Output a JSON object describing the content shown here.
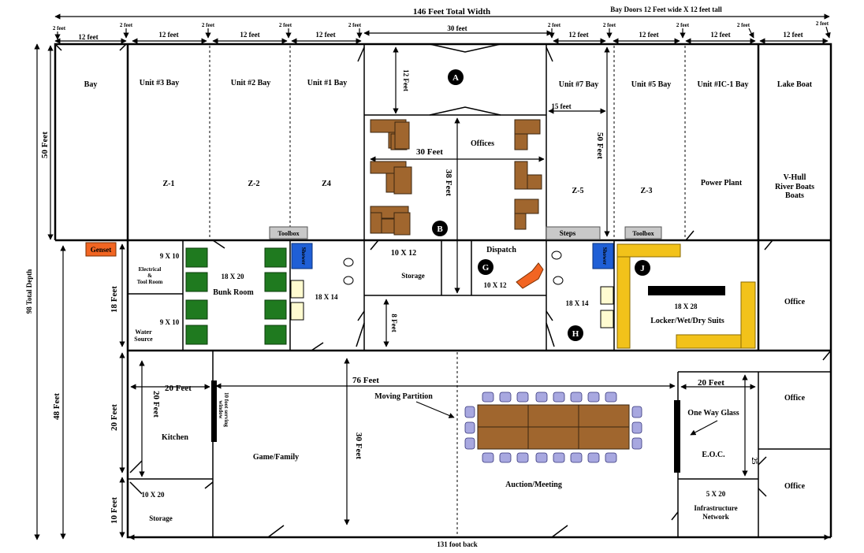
{
  "header": {
    "total_width": "146 Feet Total Width",
    "bay_doors": "Bay Doors 12 Feet wide X 12 feet tall"
  },
  "top_dims": {
    "two_feet": "2 feet",
    "twelve_feet": "12 feet",
    "thirty_feet": "30 feet"
  },
  "left_dims": {
    "total_depth": "98 Total Depth",
    "fifty_feet": "50 Feet",
    "eighteen_feet": "18 Feet",
    "forty_eight_feet": "48 Feet",
    "twenty_feet": "20 Feet",
    "ten_feet": "10 Feet"
  },
  "bays": {
    "bay": "Bay",
    "unit3": "Unit #3 Bay",
    "unit2": "Unit #2 Bay",
    "unit1": "Unit #1 Bay",
    "unit7": "Unit #7 Bay",
    "unit5": "Unit #5 Bay",
    "unitic1": "Unit #IC-1 Bay",
    "lake_boat": "Lake Boat",
    "z1": "Z-1",
    "z2": "Z-2",
    "z4": "Z4",
    "z5": "Z-5",
    "z3": "Z-3",
    "power_plant": "Power Plant",
    "vhull_1": "V-Hull",
    "vhull_2": "River Boats",
    "vhull_3": "Boats"
  },
  "center": {
    "marker_a": "A",
    "marker_b": "B",
    "marker_g": "G",
    "marker_h": "H",
    "marker_j": "J",
    "twelve_feet": "12 Feet",
    "offices": "Offices",
    "thirty_feet": "30 Feet",
    "thirty_eight_feet": "38 Feet",
    "fifteen_feet": "15 feet",
    "fifty_feet": "50 Feet",
    "eight_feet": "8 Feet"
  },
  "mid_rooms": {
    "genset": "Genset",
    "toolbox": "Toolbox",
    "steps": "Steps",
    "nine_by_ten": "9 X 10",
    "electrical_1": "Electrical",
    "electrical_2": "&",
    "electrical_3": "Tool Room",
    "water_1": "Water",
    "water_2": "Source",
    "eighteen_by_twenty": "18 X 20",
    "bunk_room": "Bunk Room",
    "shower": "Shower",
    "eighteen_by_fourteen": "18 X 14",
    "ten_by_twelve": "10 X 12",
    "storage": "Storage",
    "dispatch": "Dispatch",
    "eighteen_by_twenty_eight": "18 X 28",
    "locker": "Locker/Wet/Dry Suits",
    "office": "Office"
  },
  "lower": {
    "twenty_feet": "20 Feet",
    "kitchen": "Kitchen",
    "serving_1": "10 foot serving",
    "serving_2": "window",
    "seventy_six_feet": "76 Feet",
    "moving_partition": "Moving Partition",
    "thirty_feet": "30 Feet",
    "game_family": "Game/Family",
    "auction_meeting": "Auction/Meeting",
    "ten_by_twenty": "10 X 20",
    "storage": "Storage",
    "one_way_glass": "One Way Glass",
    "eoc": "E.O.C.",
    "twenty_five": "25",
    "five_by_twenty": "5 X 20",
    "infra_1": "Infrastructure",
    "infra_2": "Network",
    "office": "Office",
    "back": "131 foot back"
  },
  "colors": {
    "genset": "#f26522",
    "shower": "#1f5fd6",
    "bunk": "#1f7a1f",
    "desk": "#a0662e",
    "locker": "#f2c21a",
    "chair": "#a8a8e0",
    "toolbox": "#c8c8c8"
  }
}
